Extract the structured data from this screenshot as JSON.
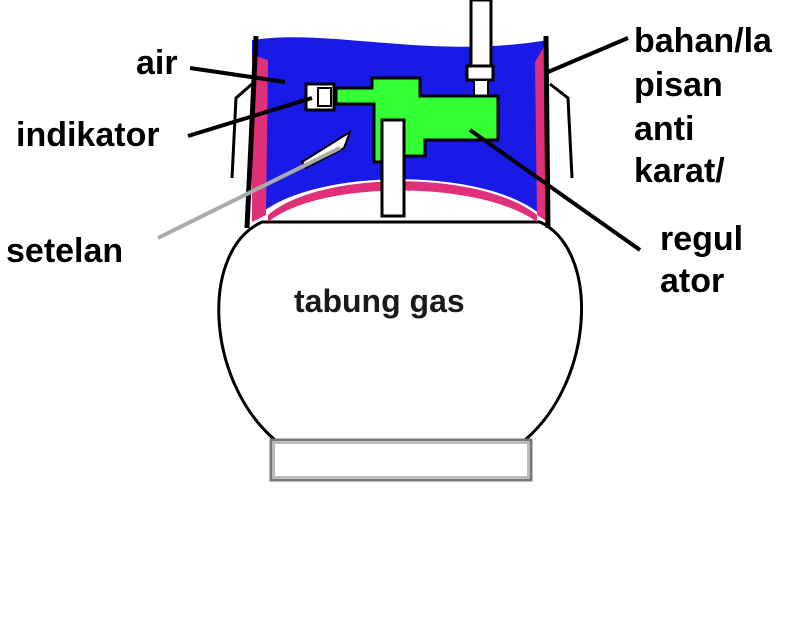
{
  "labels": {
    "air": "air",
    "indikator": "indikator",
    "setelan": "setelan",
    "bahan_line1": "bahan/la",
    "bahan_line2": "pisan",
    "bahan_line3": "anti",
    "bahan_line4": "karat/",
    "regulator_line1": "regul",
    "regulator_line2": "ator",
    "tabung": "tabung gas"
  },
  "colors": {
    "water": "#1a1ae6",
    "lining": "#e0307a",
    "regulator": "#33ff33",
    "line": "#000000"
  }
}
